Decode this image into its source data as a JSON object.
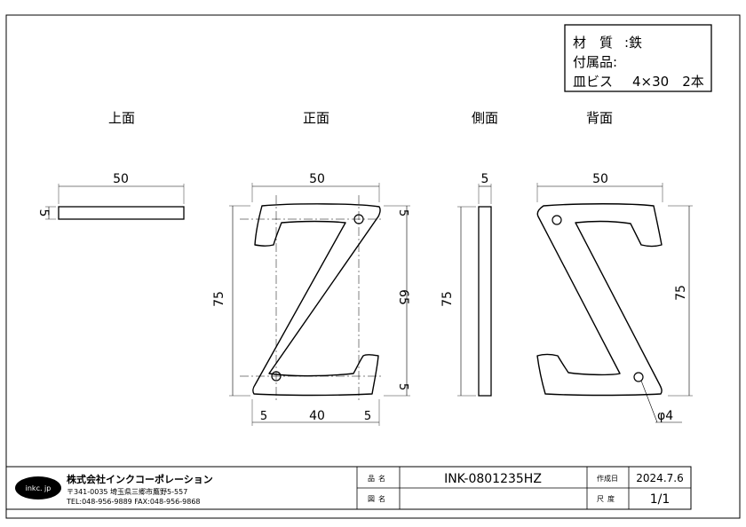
{
  "notes": {
    "material_label": "材　質",
    "material_value": ":鉄",
    "accessories_label": "付属品:",
    "screw_label": "皿ビス",
    "screw_value": "4×30　2本"
  },
  "views": {
    "top": "上面",
    "front": "正面",
    "side": "側面",
    "back": "背面"
  },
  "dimensions": {
    "top_width": "50",
    "top_thickness": "5",
    "front_width": "50",
    "front_height": "75",
    "front_hole_pitch": "65",
    "front_hole_top_offset": "5",
    "front_hole_bottom_offset": "5",
    "front_bottom_left": "5",
    "front_bottom_middle": "40",
    "front_bottom_right": "5",
    "side_thickness": "5",
    "side_height": "75",
    "back_width": "50",
    "back_height": "75",
    "hole_diameter": "φ4"
  },
  "title_block": {
    "logo": "inkc. jp",
    "company_name": "株式会社インクコーポレーション",
    "company_address": "〒341-0035 埼玉県三郷市鷹野5-557",
    "company_contact": "TEL:048-956-9889  FAX:048-956-9868",
    "product_name_label": "品名",
    "product_name_value": "INK-0801235HZ",
    "drawing_name_label": "図名",
    "drawing_name_value": "",
    "created_label": "作成日",
    "created_value": "2024.7.6",
    "scale_label": "尺度",
    "scale_value": "1/1"
  }
}
